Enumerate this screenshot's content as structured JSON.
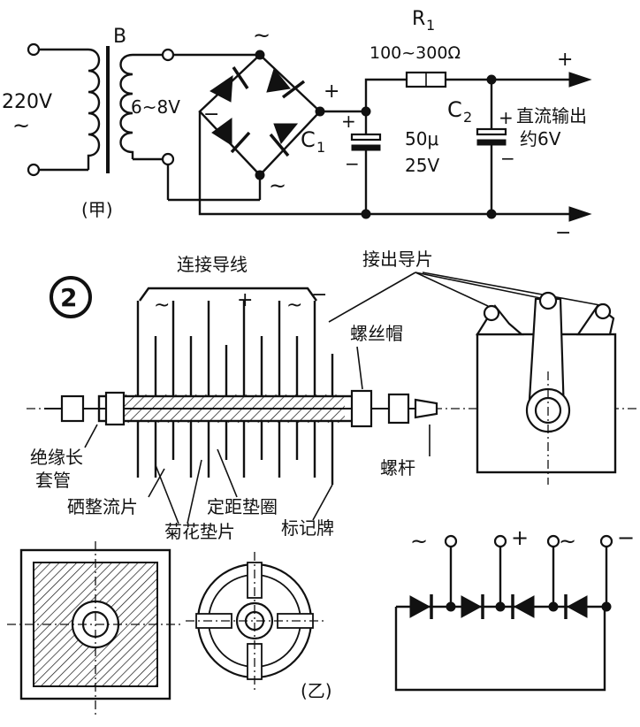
{
  "circuit": {
    "transformer_label": "B",
    "input_voltage": "220V",
    "input_ac": "~",
    "secondary_voltage": "6~8V",
    "bridge_ac_top": "~",
    "bridge_ac_bottom": "~",
    "bridge_plus": "+",
    "bridge_minus": "−",
    "c1_label": "C",
    "c1_sub": "1",
    "c1_plus": "+",
    "c1_minus": "−",
    "c1_value": "50μ",
    "c1_voltage": "25V",
    "r1_label": "R",
    "r1_sub": "1",
    "r1_value": "100~300Ω",
    "c2_label": "C",
    "c2_sub": "2",
    "c2_plus": "+",
    "c2_minus": "−",
    "output_plus": "+",
    "output_minus": "−",
    "output_label_line1": "直流输出",
    "output_label_line2": "约6V",
    "caption_a": "(甲)"
  },
  "assembly": {
    "figure_number": "2",
    "connecting_wire": "连接导线",
    "lead_out_tabs": "接出导片",
    "nut": "螺丝帽",
    "insulating_sleeve_line1": "绝缘长",
    "insulating_sleeve_line2": "套管",
    "screw_rod": "螺杆",
    "selenium_plate": "硒整流片",
    "spacer_ring": "定距垫圈",
    "star_washer": "菊花垫片",
    "marker_plate": "标记牌",
    "top_signs": [
      "~",
      "+",
      "~",
      "−"
    ],
    "caption_b": "(乙)"
  },
  "schematic": {
    "terminal_signs": [
      "~",
      "+",
      "~",
      "−"
    ]
  }
}
